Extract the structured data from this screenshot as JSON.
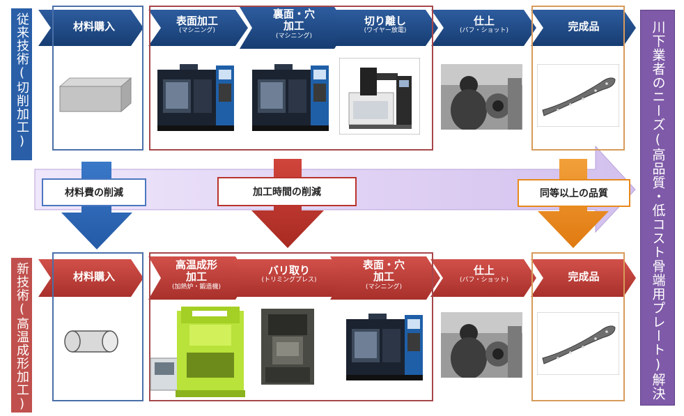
{
  "conventional": {
    "label": "従来技術(切削加工)",
    "steps": [
      {
        "main": "材料購入",
        "sub": ""
      },
      {
        "main": "表面加工",
        "sub": "(マシニング)"
      },
      {
        "main": "裏面・穴\n加工",
        "sub": "(マシニング)"
      },
      {
        "main": "切り離し",
        "sub": "(ワイヤー放電)"
      },
      {
        "main": "仕上",
        "sub": "(バフ・ショット)"
      },
      {
        "main": "完成品",
        "sub": ""
      }
    ]
  },
  "new_tech": {
    "label": "新技術(高温成形加工)",
    "steps": [
      {
        "main": "材料購入",
        "sub": ""
      },
      {
        "main": "高温成形\n加工",
        "sub": "(加熱炉・鍛造機)"
      },
      {
        "main": "バリ取り",
        "sub": "(トリミングプレス)"
      },
      {
        "main": "表面・穴\n加工",
        "sub": "(マシニング)"
      },
      {
        "main": "仕上",
        "sub": "(バフ・ショット)"
      },
      {
        "main": "完成品",
        "sub": ""
      }
    ]
  },
  "effects": {
    "material": "材料費の削減",
    "time": "加工時間の削減",
    "quality": "同等以上の品質"
  },
  "needs": "川下業者のニーズ(高品質・低コスト骨端用プレート)解決",
  "colors": {
    "conv_blue": "#1f4e8c",
    "new_red": "#c0392b",
    "purple": "#7f5aa8",
    "arrow_lav": "#d9c9ee",
    "orange": "#e8891a"
  }
}
